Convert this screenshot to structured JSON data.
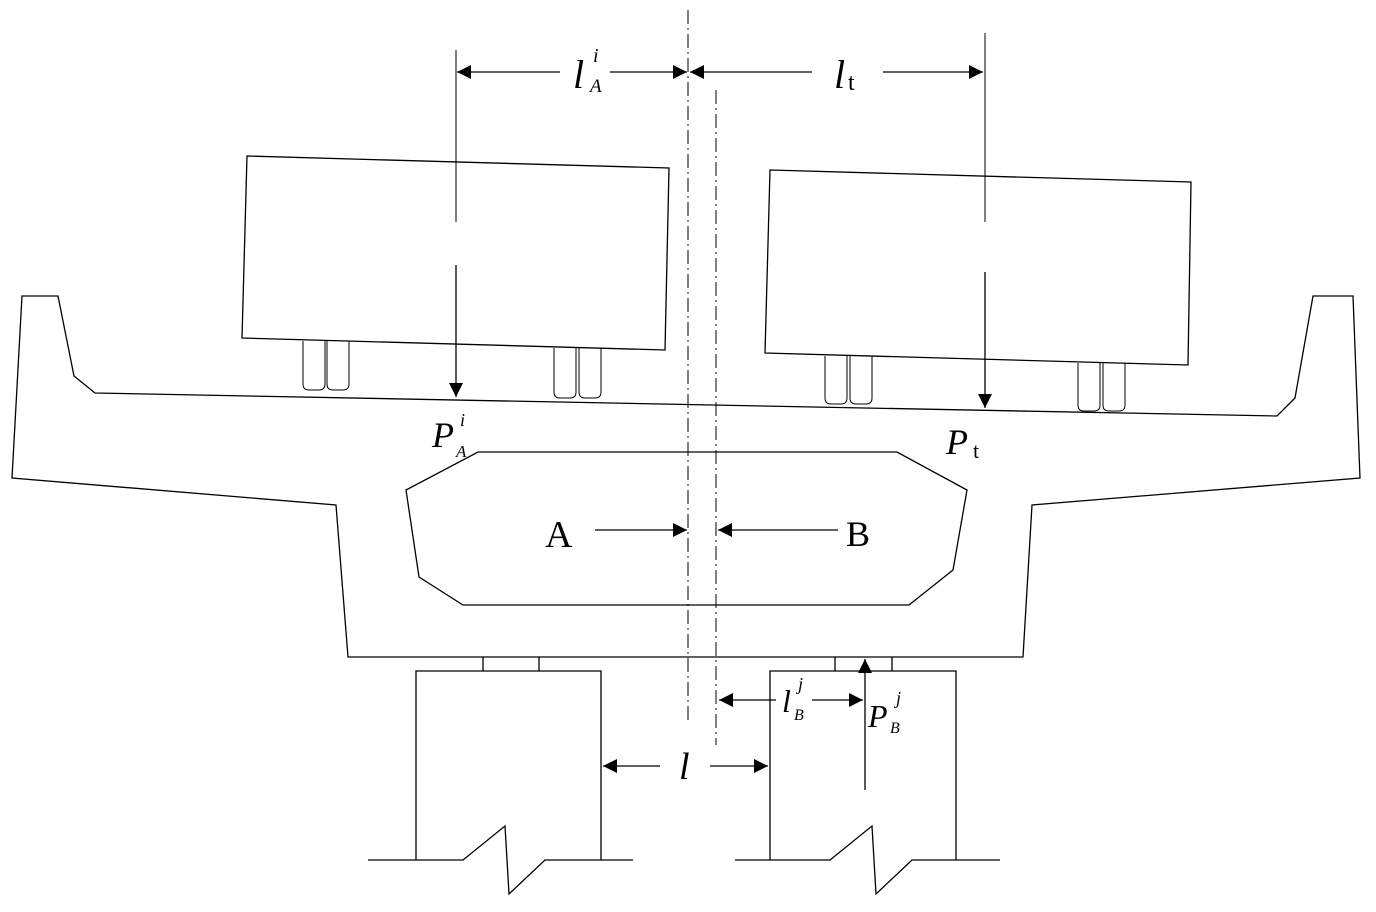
{
  "labels": {
    "l_A_i": {
      "main": "l",
      "sup": "i",
      "sub": "A"
    },
    "l_t": {
      "main": "l",
      "sub": "t"
    },
    "P_A_i": {
      "main": "P",
      "sup": "i",
      "sub": "A"
    },
    "P_t": {
      "main": "P",
      "sub": "t"
    },
    "A": "A",
    "B": "B",
    "l_B_j": {
      "main": "l",
      "sup": "j",
      "sub": "B"
    },
    "P_B_j": {
      "main": "P",
      "sup": "j",
      "sub": "B"
    },
    "l": "l"
  }
}
